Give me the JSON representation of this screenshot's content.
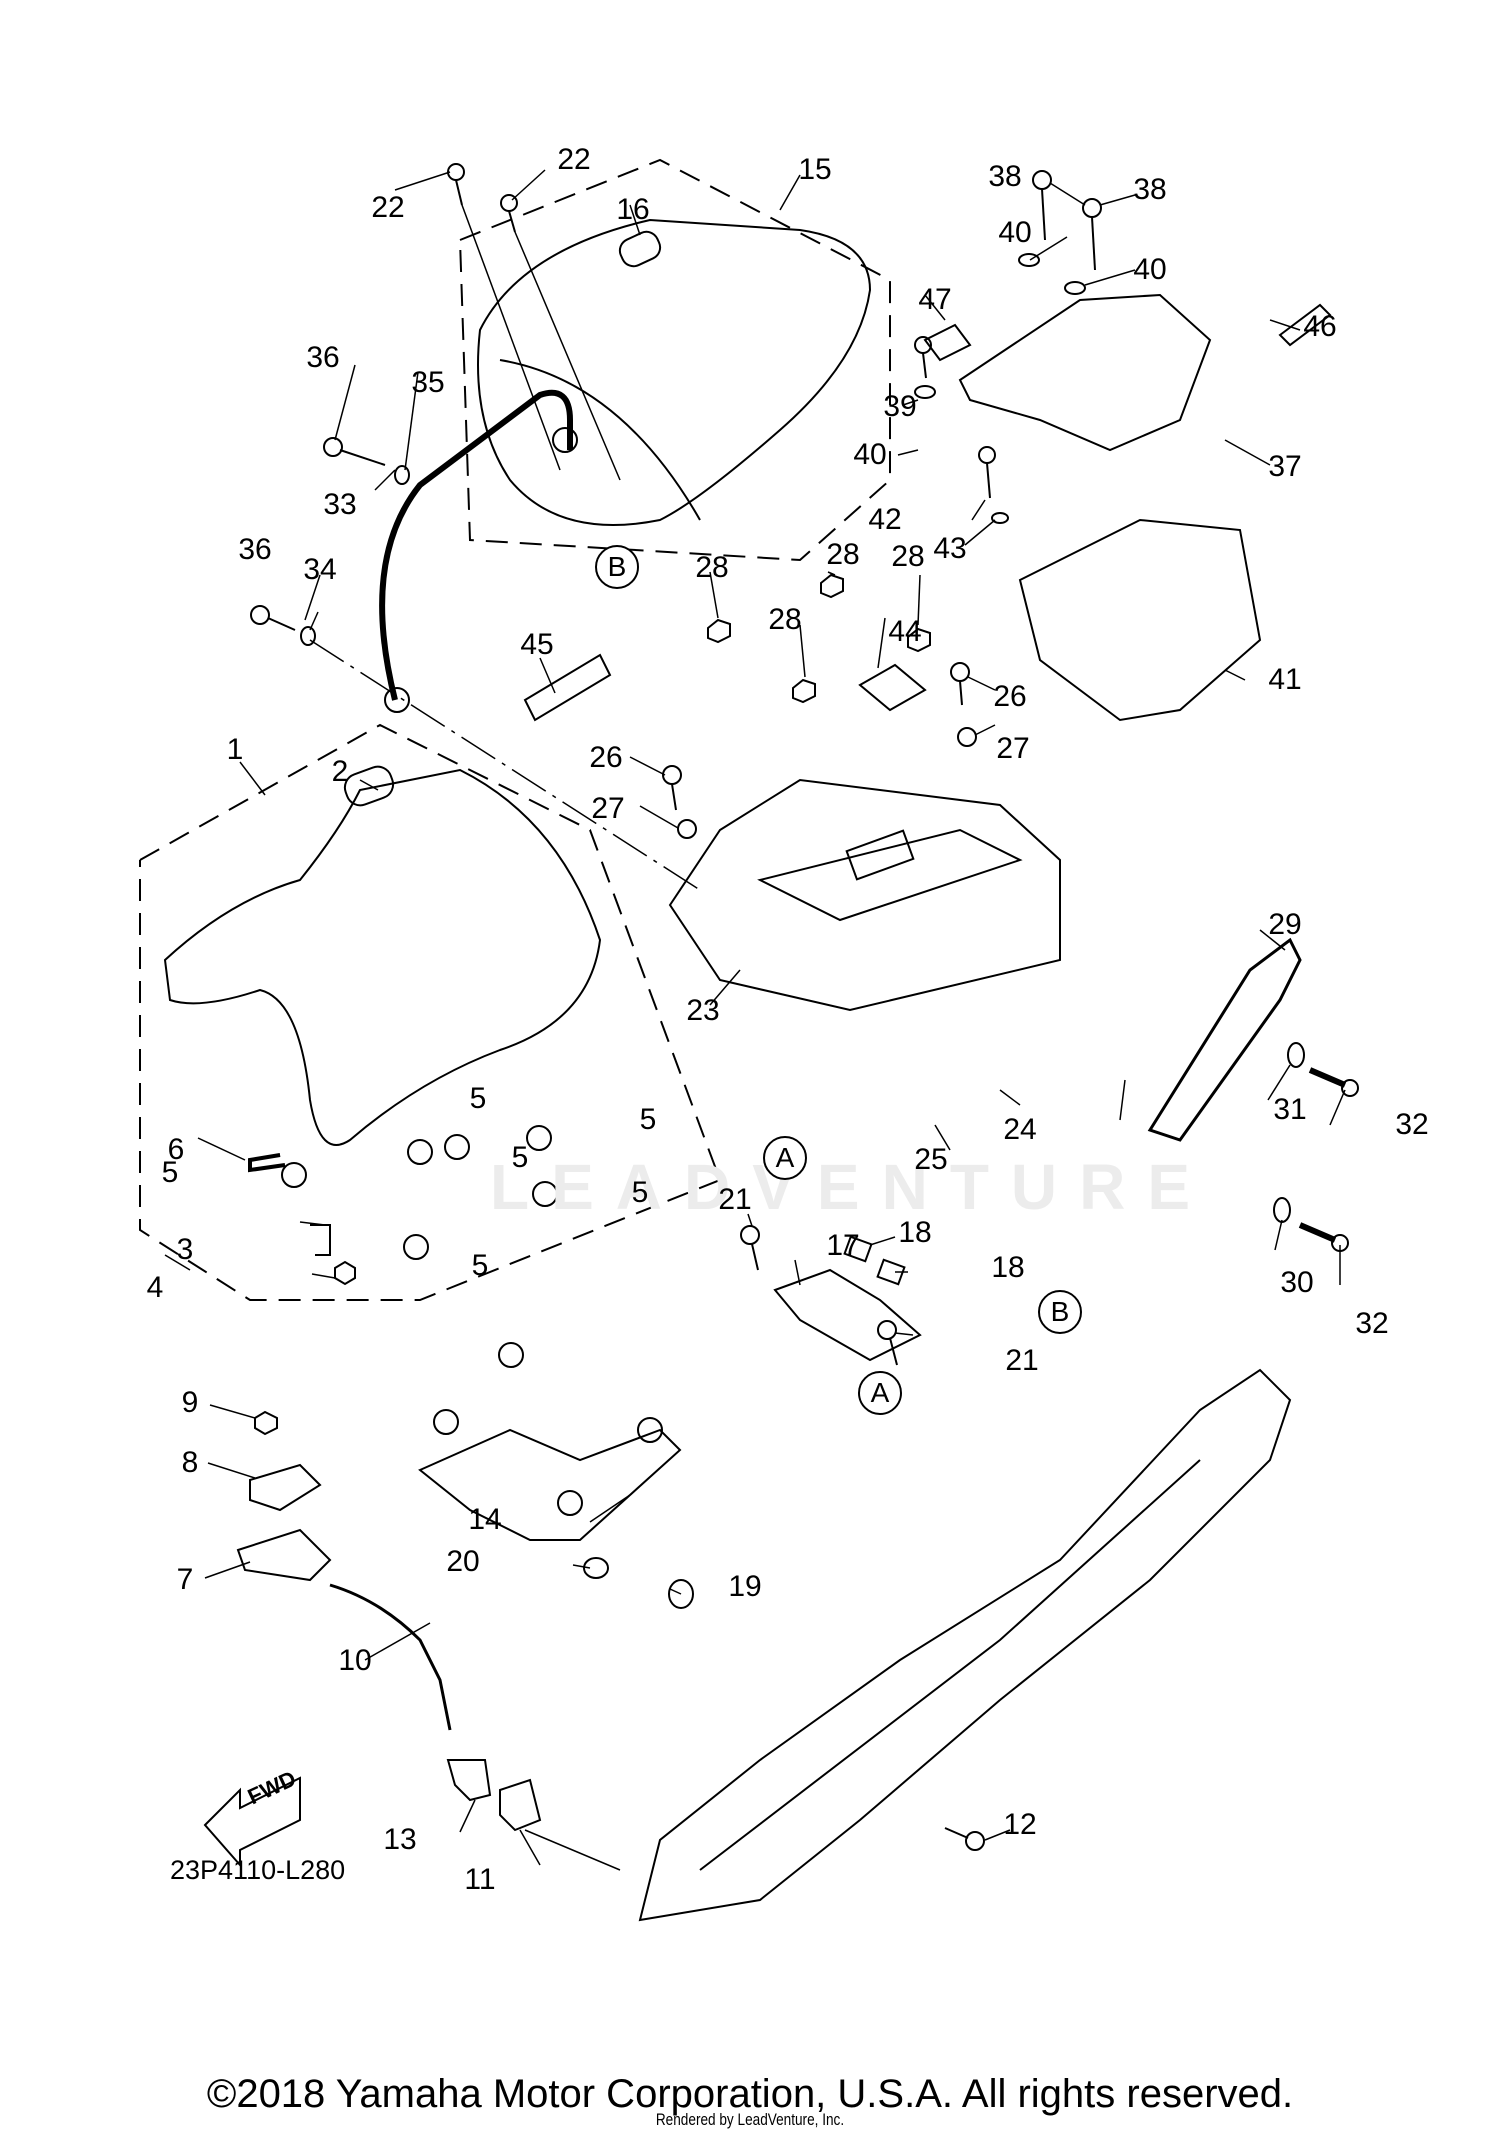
{
  "diagram": {
    "code": "23P4110-L280",
    "fwd_label": "FWD",
    "watermark": "LEADVENTURE",
    "copyright": "©2018 Yamaha Motor Corporation, U.S.A. All rights reserved.",
    "rendered_by": "Rendered by LeadVenture, Inc."
  },
  "callouts": [
    {
      "id": "c1",
      "label": "1"
    },
    {
      "id": "c2",
      "label": "2"
    },
    {
      "id": "c3",
      "label": "3"
    },
    {
      "id": "c4",
      "label": "4"
    },
    {
      "id": "c5a",
      "label": "5"
    },
    {
      "id": "c5b",
      "label": "5"
    },
    {
      "id": "c5c",
      "label": "5"
    },
    {
      "id": "c5d",
      "label": "5"
    },
    {
      "id": "c5e",
      "label": "5"
    },
    {
      "id": "c5f",
      "label": "5"
    },
    {
      "id": "c6",
      "label": "6"
    },
    {
      "id": "c7",
      "label": "7"
    },
    {
      "id": "c8",
      "label": "8"
    },
    {
      "id": "c9",
      "label": "9"
    },
    {
      "id": "c10",
      "label": "10"
    },
    {
      "id": "c11",
      "label": "11"
    },
    {
      "id": "c12",
      "label": "12"
    },
    {
      "id": "c13",
      "label": "13"
    },
    {
      "id": "c14",
      "label": "14"
    },
    {
      "id": "c15",
      "label": "15"
    },
    {
      "id": "c16",
      "label": "16"
    },
    {
      "id": "c17",
      "label": "17"
    },
    {
      "id": "c18a",
      "label": "18"
    },
    {
      "id": "c18b",
      "label": "18"
    },
    {
      "id": "c19",
      "label": "19"
    },
    {
      "id": "c20",
      "label": "20"
    },
    {
      "id": "c21a",
      "label": "21"
    },
    {
      "id": "c21b",
      "label": "21"
    },
    {
      "id": "c22a",
      "label": "22"
    },
    {
      "id": "c22b",
      "label": "22"
    },
    {
      "id": "c23",
      "label": "23"
    },
    {
      "id": "c24",
      "label": "24"
    },
    {
      "id": "c25",
      "label": "25"
    },
    {
      "id": "c26a",
      "label": "26"
    },
    {
      "id": "c26b",
      "label": "26"
    },
    {
      "id": "c27a",
      "label": "27"
    },
    {
      "id": "c27b",
      "label": "27"
    },
    {
      "id": "c28a",
      "label": "28"
    },
    {
      "id": "c28b",
      "label": "28"
    },
    {
      "id": "c28c",
      "label": "28"
    },
    {
      "id": "c28d",
      "label": "28"
    },
    {
      "id": "c29",
      "label": "29"
    },
    {
      "id": "c30",
      "label": "30"
    },
    {
      "id": "c31",
      "label": "31"
    },
    {
      "id": "c32a",
      "label": "32"
    },
    {
      "id": "c32b",
      "label": "32"
    },
    {
      "id": "c33",
      "label": "33"
    },
    {
      "id": "c34",
      "label": "34"
    },
    {
      "id": "c35",
      "label": "35"
    },
    {
      "id": "c36a",
      "label": "36"
    },
    {
      "id": "c36b",
      "label": "36"
    },
    {
      "id": "c37",
      "label": "37"
    },
    {
      "id": "c38a",
      "label": "38"
    },
    {
      "id": "c38b",
      "label": "38"
    },
    {
      "id": "c39",
      "label": "39"
    },
    {
      "id": "c40a",
      "label": "40"
    },
    {
      "id": "c40b",
      "label": "40"
    },
    {
      "id": "c40c",
      "label": "40"
    },
    {
      "id": "c41",
      "label": "41"
    },
    {
      "id": "c42",
      "label": "42"
    },
    {
      "id": "c43",
      "label": "43"
    },
    {
      "id": "c44",
      "label": "44"
    },
    {
      "id": "c45",
      "label": "45"
    },
    {
      "id": "c46",
      "label": "46"
    },
    {
      "id": "c47",
      "label": "47"
    }
  ],
  "references": [
    {
      "id": "refA1",
      "label": "A"
    },
    {
      "id": "refA2",
      "label": "A"
    },
    {
      "id": "refB1",
      "label": "B"
    },
    {
      "id": "refB2",
      "label": "B"
    }
  ]
}
